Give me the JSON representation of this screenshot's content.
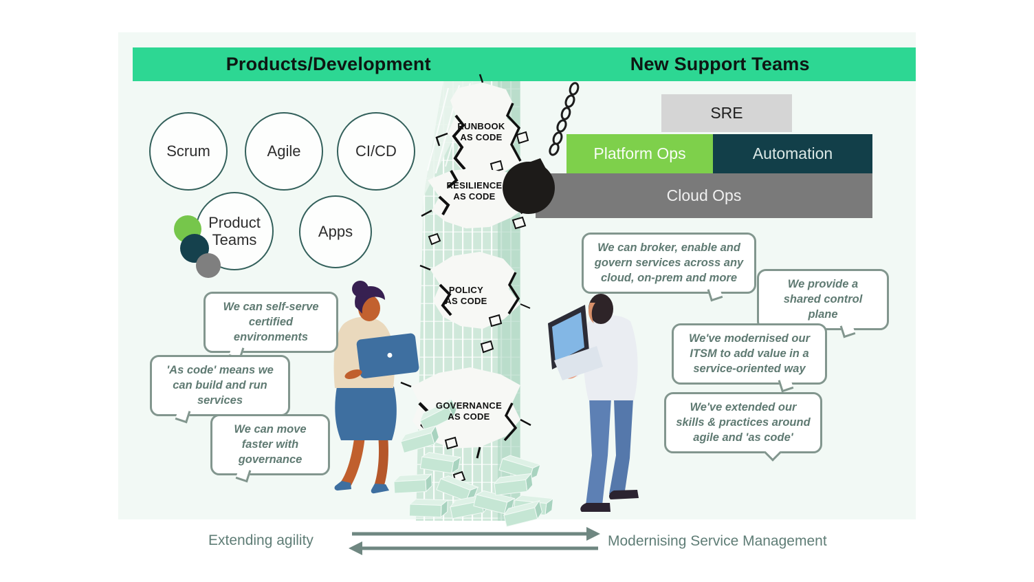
{
  "header": {
    "left_title": "Products/Development",
    "right_title": "New Support Teams"
  },
  "method_circles": [
    {
      "label": "Scrum"
    },
    {
      "label": "Agile"
    },
    {
      "label": "CI/CD"
    },
    {
      "label": "Product Teams"
    },
    {
      "label": "Apps"
    }
  ],
  "support_boxes": [
    {
      "label": "SRE"
    },
    {
      "label": "Platform Ops"
    },
    {
      "label": "Automation"
    },
    {
      "label": "Cloud Ops"
    }
  ],
  "wall": {
    "labels": [
      {
        "text": "RUNBOOK\nAS CODE"
      },
      {
        "text": "RESILIENCE\nAS CODE"
      },
      {
        "text": "POLICY\nAS CODE"
      },
      {
        "text": "GOVERNANCE\nAS CODE"
      }
    ]
  },
  "dev_bubbles": [
    {
      "text": "We can self-serve certified environments"
    },
    {
      "text": "'As code' means we can build and run services"
    },
    {
      "text": "We can move faster with governance"
    }
  ],
  "support_bubbles": [
    {
      "text": "We can broker, enable and govern services across any cloud, on-prem and more"
    },
    {
      "text": "We provide a shared control plane"
    },
    {
      "text": "We've modernised our ITSM to add value in a service-oriented way"
    },
    {
      "text": "We've extended our skills & practices around agile and 'as code'"
    }
  ],
  "footer": {
    "left_label": "Extending agility",
    "right_label": "Modernising Service Management"
  },
  "colors": {
    "header_green": "#2dd793",
    "background_mint": "#f2f9f5",
    "sre_gray": "#d5d5d5",
    "platform_ops_green": "#7ed04b",
    "automation_teal": "#123f49",
    "cloud_ops_gray": "#7a7a7a",
    "wall_mint": "#cfe8da",
    "brick_mint": "#c5e6d4",
    "circle_border_teal": "#33605b",
    "dot_green": "#76c64b",
    "dot_teal": "#15414d",
    "dot_gray": "#7f7f7f",
    "bubble_border": "#82968e",
    "bubble_text": "#5f7a72",
    "arrow_gray_green": "#6f8781",
    "wrecking_ball_black": "#1d1b19"
  }
}
